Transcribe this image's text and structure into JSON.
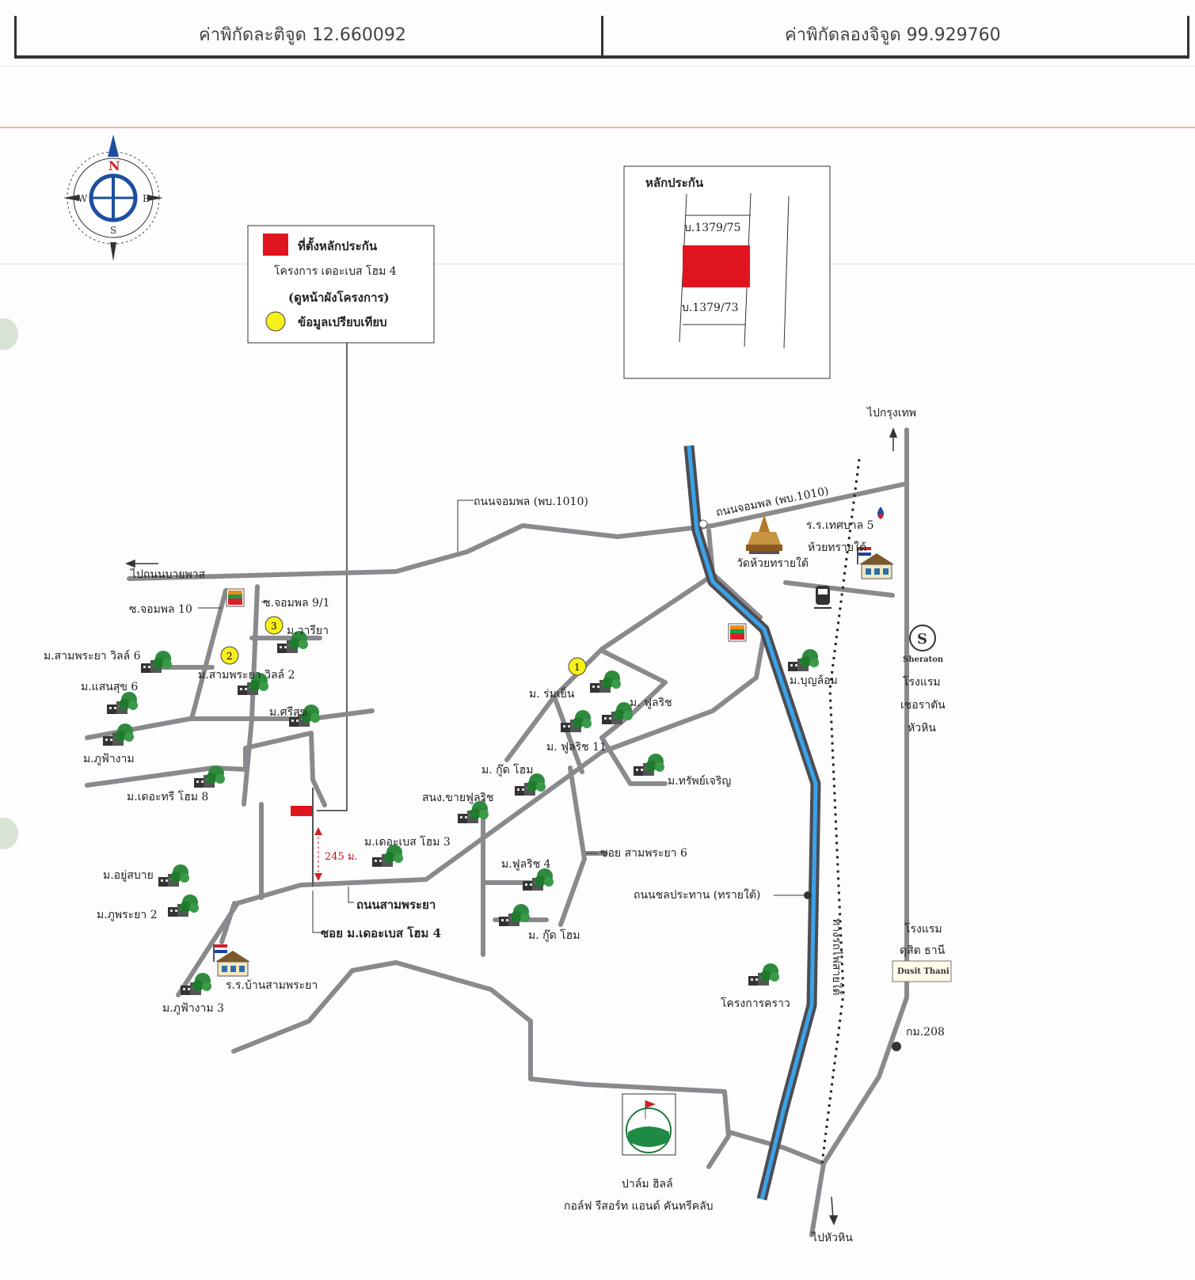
{
  "header": {
    "latitude_text": "ค่าพิกัดละติจูด 12.660092",
    "longitude_text": "ค่าพิกัดลองจิจูด 99.929760"
  },
  "compass": {
    "n": "N",
    "e": "E",
    "s": "S",
    "w": "W"
  },
  "legend": {
    "line1": "ที่ตั้งหลักประกัน",
    "line2": "โครงการ เดอะเบส โฮม 4",
    "line3": "(ดูหน้าผังโครงการ)",
    "line4": "ข้อมูลเปรียบเทียบ",
    "marker_color": "#e0141e",
    "compare_color": "#f7ef1a"
  },
  "inset": {
    "title": "หลักประกัน",
    "top_plot": "บ.1379/75",
    "bottom_plot": "บ.1379/73"
  },
  "labels": {
    "to_bangkok": "ไปกรุงเทพ",
    "jompol_road_1": "ถนนจอมพล (พบ.1010)",
    "jompol_road_2": "ถนนจอมพล (พบ.1010)",
    "thesaban_school": "ร.ร.เทศบาล 5",
    "huaisai_tai": "ห้วยทรายใต้",
    "wat": "วัดห้วยทรายใต้",
    "to_naiphasa": "ไปถนนบายพาส",
    "soi_jompol_10": "ซ.จอมพล 10",
    "soi_jompol_9_1": "ซ.จอมพล 9/1",
    "mb_wariya": "ม.วารียา",
    "mb_sampraya_villa6": "ม.สามพระยา วิลล์ 6",
    "mb_sampraya_villa2": "ม.สามพระยา วิลล์ 2",
    "mb_saensuk6": "ม.แสนสุข 6",
    "mb_srisuk": "ม.ศรีสุข",
    "mb_phufangam": "ม.ภูฟ้างาม",
    "mb_thetree8": "ม.เดอะทรี โฮม 8",
    "mb_romyen": "ม. ร่มเย็น",
    "mb_fullrich": "ม. ฟูลริช",
    "mb_fullrich11": "ม. ฟูลริช 11",
    "mb_goodhome": "ม. กู๊ด โฮม",
    "mb_sapcharoen": "ม.ทรัพย์เจริญ",
    "fullrich_office": "สนง.ขายฟูลริช",
    "mb_thebase3": "ม.เดอะเบส โฮม 3",
    "distance": "245 ม.",
    "soi_sampraya6": "ซอย สามพระยา 6",
    "mb_fullrich4": "ม.ฟูลริช 4",
    "mb_goodhome2": "ม. กู๊ด โฮม",
    "mb_yusabai": "ม.อยู่สบาย",
    "mb_phupraya2": "ม.ภูพระยา 2",
    "sampraya_road": "ถนนสามพระยา",
    "soi_thebase4": "ซอย ม.เดอะเบส โฮม 4",
    "chonprathan_road": "ถนนชลประทาน (ทรายใต้)",
    "railway": "ทางรถไฟสายใต้",
    "mb_boonlom": "ม.บุญล้อม",
    "sheraton_logo": "Sheraton",
    "sheraton_1": "โรงแรม",
    "sheraton_2": "เชอราตัน",
    "sheraton_3": "หัวหิน",
    "dusit_1": "โรงแรม",
    "dusit_2": "ดุสิต ธานี",
    "dusit_logo": "Dusit Thani",
    "km208": "กม.208",
    "school_sampraya": "ร.ร.บ้านสามพระยา",
    "mb_phufangam3": "ม.ภูฟ้างาม 3",
    "krao_project": "โครงการคราว",
    "palm_hills_1": "ปาล์ม ฮิลล์",
    "palm_hills_2": "กอล์ฟ รีสอร์ท แอนด์ คันทรีคลับ",
    "to_huahin": "ไปหัวหิน",
    "seven_eleven": "7"
  },
  "comparables": [
    "1",
    "2",
    "3"
  ]
}
